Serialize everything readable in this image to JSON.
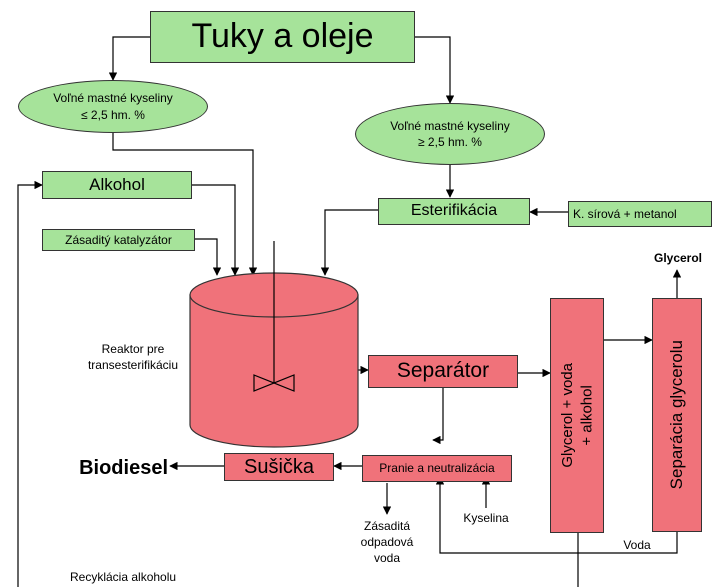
{
  "top": {
    "title": "Tuky a oleje"
  },
  "ffa_low": {
    "line1": "Voľné mastné kyseliny",
    "line2": "≤ 2,5 hm. %"
  },
  "ffa_high": {
    "line1": "Voľné mastné kyseliny",
    "line2": "≥ 2,5 hm. %"
  },
  "alcohol": "Alkohol",
  "catalyst": "Zásaditý katalyzátor",
  "esterification": "Esterifikácia",
  "acid_methanol": "K. sírová + metanol",
  "reactor": {
    "line1": "Reaktor pre",
    "line2": "transesterifikáciu"
  },
  "separator": "Separátor",
  "glycerol_water": {
    "line1": "Glycerol + voda",
    "line2": "+ alkohol"
  },
  "glycerol_separation": "Separácia glycerolu",
  "glycerol_out": "Glycerol",
  "dryer": "Sušička",
  "biodiesel": "Biodiesel",
  "washing": "Pranie a neutralizácia",
  "acid": "Kyselina",
  "waste_water": {
    "line1": "Zásaditá",
    "line2": "odpadová",
    "line3": "voda"
  },
  "water": "Voda",
  "recycling": "Recyklácia alkoholu",
  "colors": {
    "green_box": "#a6e39a",
    "red_box": "#f0727a",
    "line": "#000000"
  }
}
